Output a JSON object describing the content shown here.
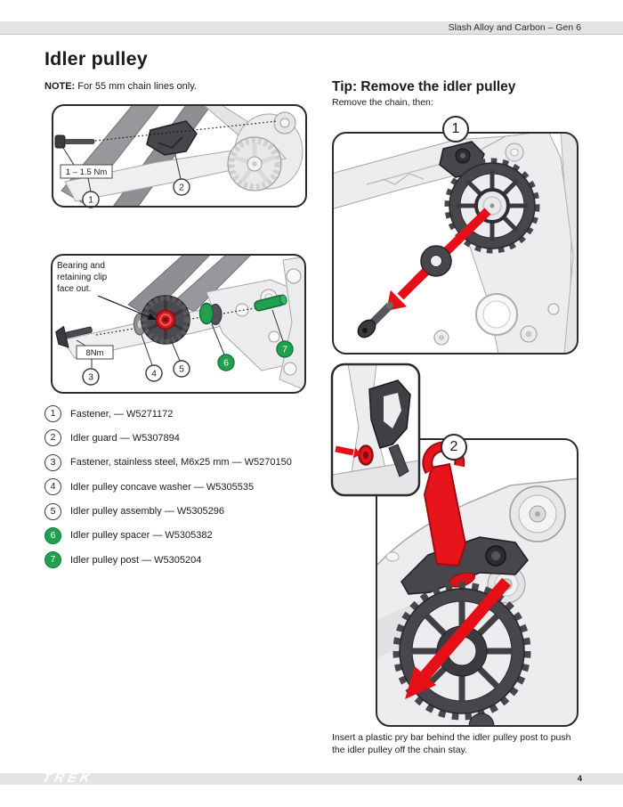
{
  "page": {
    "header": "Slash Alloy and Carbon – Gen 6",
    "title": "Idler pulley",
    "note_label": "NOTE:",
    "note_text": " For 55 mm chain lines only.",
    "page_number": "4",
    "brand_logo": "TREK"
  },
  "diagram_install": {
    "torque_label": "1 – 1.5 Nm",
    "callouts": [
      "1",
      "2"
    ]
  },
  "diagram_exploded": {
    "note_lines": [
      "Bearing and",
      "retaining clip",
      "face out."
    ],
    "torque_label": "8Nm",
    "callouts": [
      "3",
      "4",
      "5",
      "6",
      "7"
    ]
  },
  "parts": {
    "items": [
      {
        "num": "1",
        "label": "Fastener, — W5271172",
        "green": false
      },
      {
        "num": "2",
        "label": "Idler guard — W5307894",
        "green": false
      },
      {
        "num": "3",
        "label": "Fastener, stainless steel, M6x25 mm — W5270150",
        "green": false
      },
      {
        "num": "4",
        "label": "Idler pulley concave washer — W5305535",
        "green": false
      },
      {
        "num": "5",
        "label": "Idler pulley assembly — W5305296",
        "green": false
      },
      {
        "num": "6",
        "label": "Idler pulley spacer — W5305382",
        "green": true
      },
      {
        "num": "7",
        "label": "Idler pulley post — W5305204",
        "green": true
      }
    ]
  },
  "tip": {
    "heading": "Tip: Remove the idler pulley",
    "intro": "Remove the chain, then:",
    "steps": [
      "1",
      "2"
    ],
    "caption_line1": "Insert a plastic pry bar behind the idler pulley post to push",
    "caption_line2": "the idler pulley off the chain stay."
  },
  "colors": {
    "accent_red": "#e60f17",
    "part_green": "#21a04f",
    "header_gray": "#e3e3e4"
  }
}
